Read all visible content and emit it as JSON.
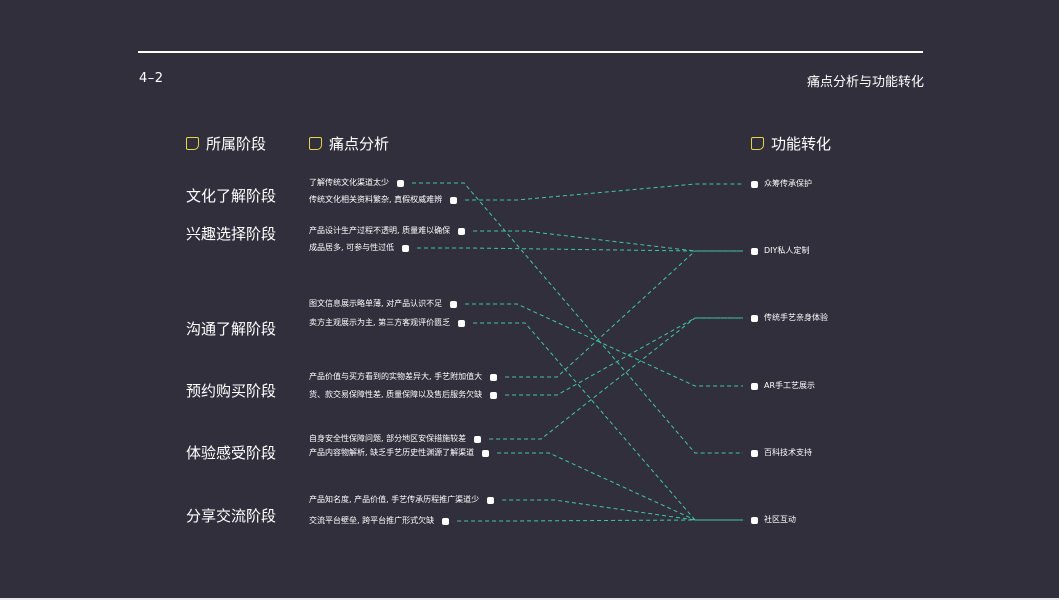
{
  "header": {
    "page_number": "4–2",
    "title": "痛点分析与功能转化"
  },
  "columns": {
    "stage": "所属阶段",
    "pain": "痛点分析",
    "function": "功能转化"
  },
  "stages": [
    "文化了解阶段",
    "兴趣选择阶段",
    "沟通了解阶段",
    "预约购买阶段",
    "体验感受阶段",
    "分享交流阶段"
  ],
  "pain_points": [
    "了解传统文化渠道太少",
    "传统文化相关资料繁杂, 真假权威难辨",
    "产品设计生产过程不透明, 质量难以确保",
    "成品居多, 可参与性过低",
    "图文信息展示略单薄, 对产品认识不足",
    "卖方主观展示为主, 第三方客观评价匮乏",
    "产品价值与买方看到的实物差异大, 手艺附加值大",
    "货、款交易保障性差, 质量保障以及售后服务欠缺",
    "自身安全性保障问题, 部分地区安保措施较差",
    "产品内容物解析, 缺乏手艺历史性渊源了解渠道",
    "产品知名度, 产品价值, 手艺传承历程推广渠道少",
    "交流平台壁垒, 跨平台推广形式欠缺"
  ],
  "functions": [
    "众筹传承保护",
    "DIY私人定制",
    "传统手艺亲身体验",
    "AR手工艺展示",
    "百科技术支持",
    "社区互动"
  ],
  "links": [
    [
      0,
      4
    ],
    [
      1,
      0
    ],
    [
      2,
      1
    ],
    [
      3,
      1
    ],
    [
      4,
      3
    ],
    [
      5,
      5
    ],
    [
      6,
      1
    ],
    [
      7,
      2
    ],
    [
      8,
      2
    ],
    [
      9,
      5
    ],
    [
      10,
      5
    ],
    [
      11,
      5
    ]
  ],
  "colors": {
    "background": "#322f3c",
    "link": "#3fc6a6",
    "accent": "#e8d34a",
    "text": "#ffffff"
  }
}
